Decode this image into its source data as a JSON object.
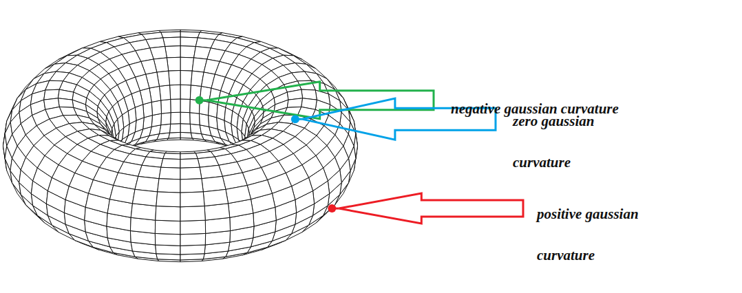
{
  "diagram": {
    "labels": [
      "negative gaussian curvature",
      "zero gaussian curvature",
      "positive gaussian curvature"
    ]
  }
}
